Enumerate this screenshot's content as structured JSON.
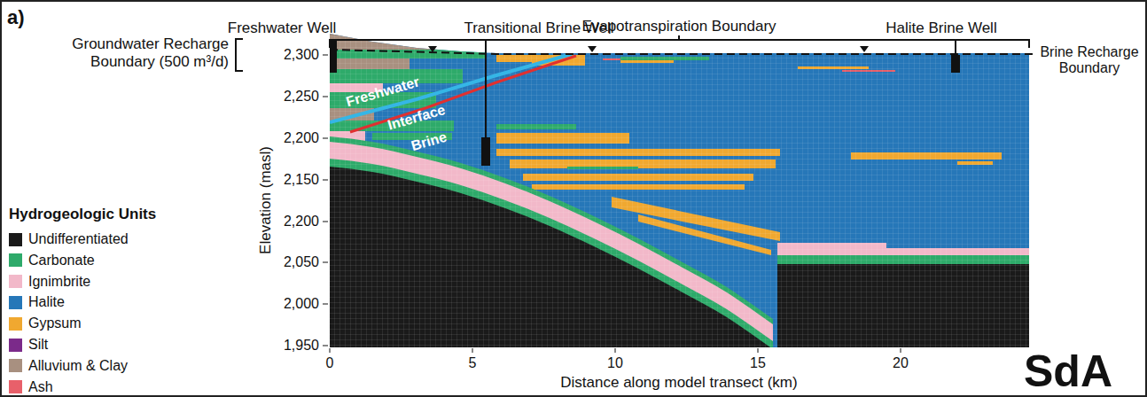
{
  "diagram": {
    "labels": [
      "a)",
      "Evapotranspiration Boundary",
      "Freshwater Well",
      "Transitional Brine Well",
      "Halite Brine Well",
      "Groundwater Recharge Boundary (500 m³/d)",
      "Brine Recharge Boundary",
      "Freshwater",
      "Interface",
      "Brine",
      "Elevation (masl)",
      "2,300",
      "2,250",
      "2,200",
      "2,150",
      "2,200",
      "2,050",
      "2,000",
      "1,950",
      "0",
      "5",
      "10",
      "15",
      "20",
      "Distance along model transect (km)",
      "Hydrogeologic Units",
      "SdA"
    ],
    "legend": [
      {
        "text": "Undifferentiated",
        "color": "#1a1a1a"
      },
      {
        "text": "Carbonate",
        "color": "#2eaa6a"
      },
      {
        "text": "Ignimbrite",
        "color": "#f2b8c9"
      },
      {
        "text": "Halite",
        "color": "#2677b8"
      },
      {
        "text": "Gypsum",
        "color": "#f0a830"
      },
      {
        "text": "Silt",
        "color": "#7b2a8a"
      },
      {
        "text": "Alluvium & Clay",
        "color": "#a89080"
      },
      {
        "text": "Ash",
        "color": "#e8606a"
      }
    ]
  }
}
